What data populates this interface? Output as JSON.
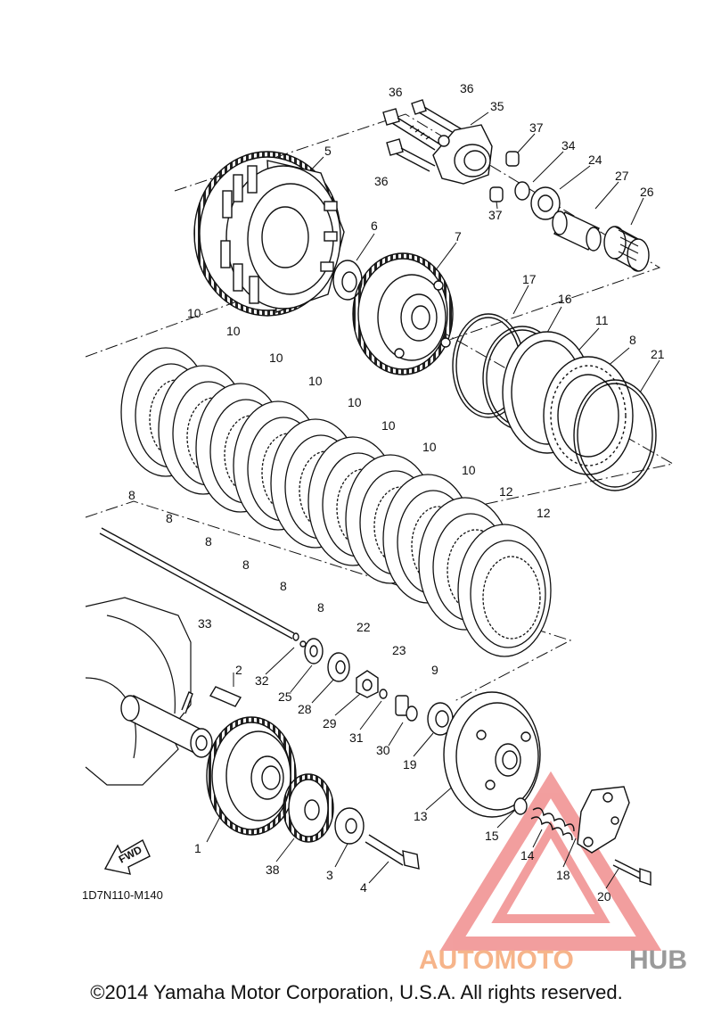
{
  "diagram_code": "1D7N110-M140",
  "fwd_label": "FWD",
  "copyright": "©2014 Yamaha Motor Corporation, U.S.A. All rights reserved.",
  "watermark": {
    "left": "AUTOMOTO",
    "right": "HUB",
    "left_color": "#f6b48a",
    "right_color": "#9a9a9a",
    "triangle_color": "#e85050"
  },
  "callouts": {
    "c1": "1",
    "c2": "2",
    "c3": "3",
    "c4": "4",
    "c5": "5",
    "c6": "6",
    "c7": "7",
    "c8a": "8",
    "c8b": "8",
    "c8c": "8",
    "c8d": "8",
    "c8e": "8",
    "c8f": "8",
    "c8g": "8",
    "c9": "9",
    "c10a": "10",
    "c10b": "10",
    "c10c": "10",
    "c10d": "10",
    "c10e": "10",
    "c10f": "10",
    "c10g": "10",
    "c10h": "10",
    "c11": "11",
    "c12a": "12",
    "c12b": "12",
    "c13": "13",
    "c14": "14",
    "c15": "15",
    "c16": "16",
    "c17": "17",
    "c18": "18",
    "c19": "19",
    "c20": "20",
    "c21": "21",
    "c22": "22",
    "c23": "23",
    "c24": "24",
    "c25": "25",
    "c26": "26",
    "c27": "27",
    "c28": "28",
    "c29": "29",
    "c30": "30",
    "c31": "31",
    "c32": "32",
    "c33": "33",
    "c34": "34",
    "c35": "35",
    "c36a": "36",
    "c36b": "36",
    "c36c": "36",
    "c37a": "37",
    "c37b": "37",
    "c38": "38"
  }
}
